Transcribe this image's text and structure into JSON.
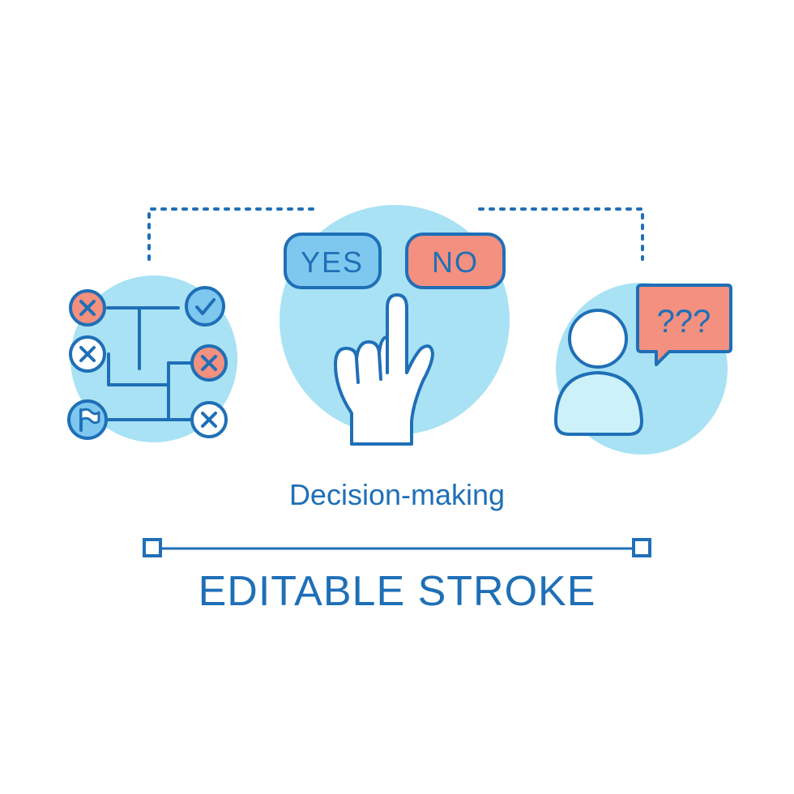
{
  "illustration": {
    "yes_button_label": "YES",
    "no_button_label": "NO",
    "question_marks": "???",
    "icons": [
      "maze-icon",
      "check-icon",
      "cross-icon",
      "flag-icon",
      "pointing-hand-icon",
      "person-icon",
      "speech-bubble-icon"
    ]
  },
  "caption": {
    "title": "Decision-making",
    "subtitle": "EDITABLE STROKE"
  },
  "colors": {
    "stroke_blue": "#1f6fb7",
    "circle_light_blue": "#a8e2f4",
    "button_blue": "#7ec8f0",
    "button_red": "#f3907f",
    "person_fill": "#ccf1f8",
    "background": "#ffffff"
  }
}
